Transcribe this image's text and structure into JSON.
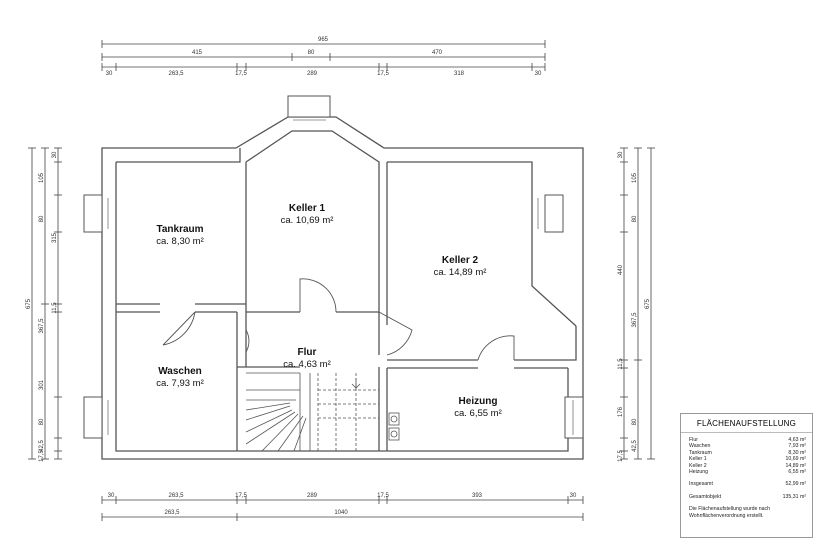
{
  "dimensions": {
    "top_total": "965",
    "top_mid": [
      "415",
      "80",
      "470"
    ],
    "top_detail": [
      "30",
      "263,5",
      "17,5",
      "289",
      "17,5",
      "318",
      "30"
    ],
    "bottom_detail": [
      "30",
      "263,5",
      "17,5",
      "289",
      "17,5",
      "393",
      "30"
    ],
    "bottom_mid": [
      "263,5",
      "1040"
    ],
    "left_total": "675",
    "left_mid": [
      "367,5"
    ],
    "left_detail": [
      "30",
      "105",
      "80",
      "315",
      "11,5",
      "301",
      "80",
      "42,5",
      "17,5"
    ],
    "right_total": "675",
    "right_mid": [
      "440",
      "367,5"
    ],
    "right_detail": [
      "30",
      "105",
      "80",
      "11,5",
      "176",
      "80",
      "42,5",
      "17,5"
    ]
  },
  "rooms": {
    "tankraum": {
      "name": "Tankraum",
      "area": "ca. 8,30 m²"
    },
    "keller1": {
      "name": "Keller 1",
      "area": "ca. 10,69 m²"
    },
    "keller2": {
      "name": "Keller 2",
      "area": "ca. 14,89 m²"
    },
    "waschen": {
      "name": "Waschen",
      "area": "ca. 7,93 m²"
    },
    "flur": {
      "name": "Flur",
      "area": "ca. 4,63 m²"
    },
    "heizung": {
      "name": "Heizung",
      "area": "ca. 6,55 m²"
    }
  },
  "legend": {
    "title": "FLÄCHENAUFSTELLUNG",
    "rows": [
      {
        "label": "Flur",
        "value": "4,63 m²"
      },
      {
        "label": "Waschen",
        "value": "7,93 m²"
      },
      {
        "label": "Tankraum",
        "value": "8,30 m²"
      },
      {
        "label": "Keller 1",
        "value": "10,69 m²"
      },
      {
        "label": "Keller 2",
        "value": "14,89 m²"
      },
      {
        "label": "Heizung",
        "value": "6,55 m²"
      }
    ],
    "total_label": "Insgesamt",
    "total_value": "52,99 m²",
    "object_label": "Gesamtobjekt",
    "object_value": "135,31 m²",
    "note": "Die Flächenaufstellung wurde nach Wohnflächenverordnung erstellt."
  },
  "colors": {
    "wall": "#555555",
    "line": "#444444",
    "background": "#ffffff"
  }
}
